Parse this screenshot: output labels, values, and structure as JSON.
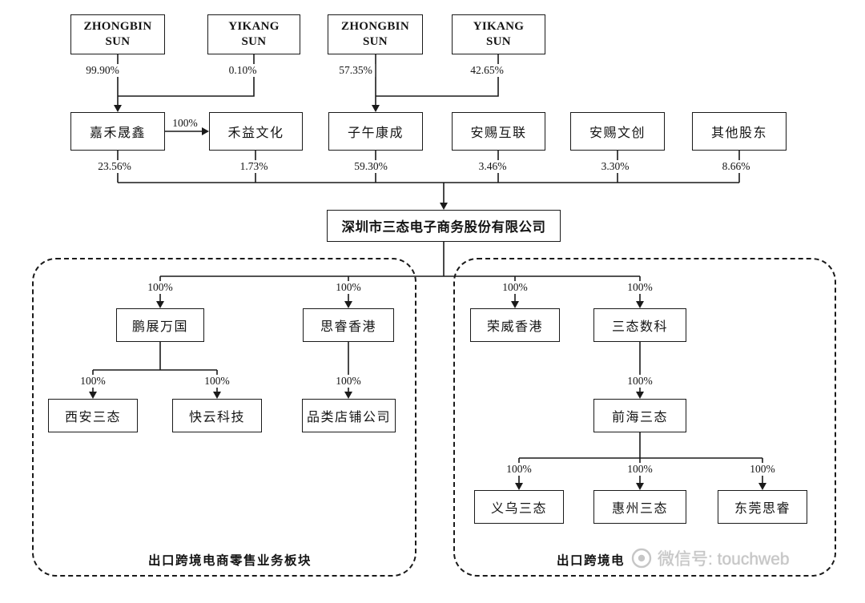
{
  "shareholders_top": [
    {
      "name": "ZHONGBIN SUN",
      "pct": "99.90%"
    },
    {
      "name": "YIKANG SUN",
      "pct": "0.10%"
    },
    {
      "name": "ZHONGBIN SUN",
      "pct": "57.35%"
    },
    {
      "name": "YIKANG SUN",
      "pct": "42.65%"
    }
  ],
  "shareholders_mid": [
    {
      "name": "嘉禾晟鑫",
      "pct": "23.56%"
    },
    {
      "name": "禾益文化",
      "pct": "1.73%"
    },
    {
      "name": "子午康成",
      "pct": "59.30%"
    },
    {
      "name": "安赐互联",
      "pct": "3.46%"
    },
    {
      "name": "安赐文创",
      "pct": "3.30%"
    },
    {
      "name": "其他股东",
      "pct": "8.66%"
    }
  ],
  "cross_holding_pct": "100%",
  "ownership_pct": "100%",
  "company": {
    "name": "深圳市三态电子商务股份有限公司"
  },
  "subsidiaries": {
    "pengzhan": "鹏展万国",
    "sirui_hk": "思睿香港",
    "rongwei_hk": "荣威香港",
    "santai_shuke": "三态数科",
    "xian_santai": "西安三态",
    "kuaiyun": "快云科技",
    "pinlei": "品类店铺公司",
    "qianhai": "前海三态",
    "yiwu": "义乌三态",
    "huizhou": "惠州三态",
    "dongguan": "东莞思睿"
  },
  "sections": {
    "left_label": "出口跨境电商零售业务板块",
    "right_label": "出口跨境电"
  },
  "watermark": {
    "text": "微信号: touchweb"
  }
}
